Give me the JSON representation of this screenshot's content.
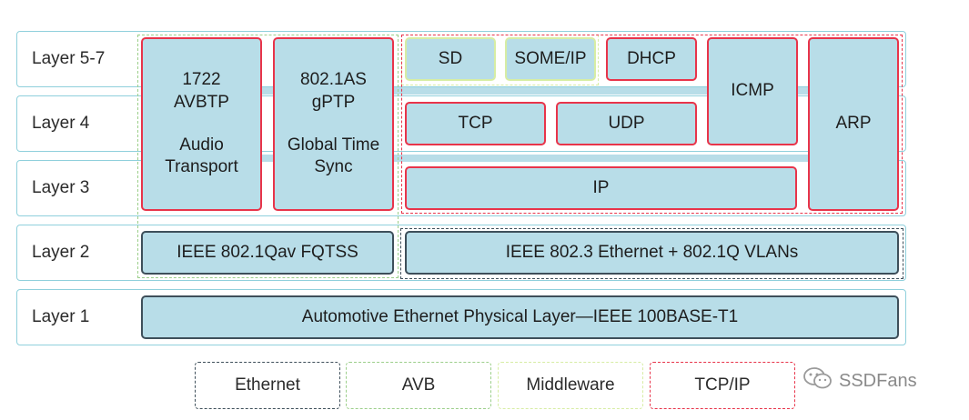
{
  "rows": [
    {
      "label": "Layer 5-7"
    },
    {
      "label": "Layer 4"
    },
    {
      "label": "Layer 3"
    },
    {
      "label": "Layer 2"
    },
    {
      "label": "Layer 1"
    }
  ],
  "avb": {
    "avbtp": {
      "line1": "1722",
      "line2": "AVBTP",
      "line3": "Audio",
      "line4": "Transport"
    },
    "gptp": {
      "line1": "802.1AS",
      "line2": "gPTP",
      "line3": "Global Time",
      "line4": "Sync"
    },
    "fqtss": "IEEE 802.1Qav FQTSS"
  },
  "middleware": {
    "sd": "SD",
    "someip": "SOME/IP"
  },
  "tcpip": {
    "dhcp": "DHCP",
    "icmp": "ICMP",
    "arp": "ARP",
    "tcp": "TCP",
    "udp": "UDP",
    "ip": "IP"
  },
  "ethernet": {
    "mac": "IEEE 802.3 Ethernet + 802.1Q VLANs"
  },
  "physical": {
    "phy": "Automotive Ethernet Physical Layer—IEEE 100BASE-T1"
  },
  "legend": [
    {
      "label": "Ethernet",
      "color": "#3e4f5a"
    },
    {
      "label": "AVB",
      "color": "#9ccf8a"
    },
    {
      "label": "Middleware",
      "color": "#d7eda4"
    },
    {
      "label": "TCP/IP",
      "color": "#e8344a"
    }
  ],
  "watermark": {
    "text": "SSDFans",
    "icon": "wechat-icon"
  },
  "colors": {
    "box_fill": "#b8dde8",
    "row_border": "#8fd0dc"
  }
}
